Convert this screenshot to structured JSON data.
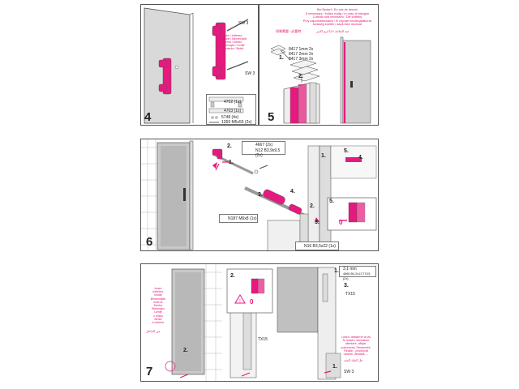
{
  "colors": {
    "accent": "#e6197e",
    "line": "#444444",
    "glass": "#b9b9b9"
  },
  "panel4": {
    "step": "4",
    "screw_labels": [
      "SW 3",
      "SW 3"
    ],
    "inside_text": "Innen / Intérieur\nInside / Binnenzijde\nInterno / Dentro\nWewnątrz / Uvnitř\nIn interior / Belső",
    "parts": [
      {
        "code": "4702",
        "qty": "(1x)"
      },
      {
        "code": "4703",
        "qty": "(1x)"
      },
      {
        "code": "5748",
        "qty": "(4x)"
      },
      {
        "code": "1269 M5x55",
        "qty": "(2x)"
      }
    ]
  },
  "panel5": {
    "step": "5",
    "notice": "Bei Bedarf / En cas de besoin\nIf necessary / Indien nodig / In caso di bisogno\nCuando sea necesario / Dle potřeby\nPrzy zapotrzebowaniu / В случае необходимости\nszükség esetén / dacă este necesar",
    "arabic": "عند الحاجة / اذا لزم الامر",
    "chinese": "如果需要 / 必要時",
    "rows": [
      {
        "code": "8417",
        "size": "1mm",
        "qty": "2x"
      },
      {
        "code": "8417",
        "size": "2mm",
        "qty": "2x"
      },
      {
        "code": "8417",
        "size": "3mm",
        "qty": "2x"
      }
    ],
    "labels": [
      "1.",
      "2."
    ]
  },
  "panel6": {
    "step": "6",
    "parts": [
      {
        "code": "4667",
        "qty": "(2x)"
      },
      {
        "code": "N12 B3,9x9,5",
        "qty": "(2x)"
      },
      {
        "code": "N187 M6x8",
        "qty": "(1x)"
      },
      {
        "code": "N16 B3,5x22",
        "qty": "(1x)"
      }
    ],
    "labels": [
      "1.",
      "2.",
      "3.",
      "4.",
      "5.",
      "2.",
      "3.",
      "4.",
      "5.",
      "1."
    ],
    "zero": "0"
  },
  "panel7": {
    "step": "7",
    "inside_text": "Innen\nIntérieur\nInside\nBinnenzijde\nInterno\nDentro\nWewnątrz\nUvnitř\nv hrdku\nBelső\nIn interior",
    "arabic": "من الداخل",
    "parts": [
      {
        "code": "3,1 mm",
        "qty": ""
      },
      {
        "code": "4666 B4,2x13 TX15",
        "qty": "(2x)"
      }
    ],
    "labels": [
      "1.",
      "2.",
      "3.",
      "2.",
      "1."
    ],
    "tx_labels": [
      "TX15",
      "TX15"
    ],
    "sw": "SW 3",
    "zero": "0",
    "loosen_text": "Lösen, desserrer la vis\nTo loosen, losmaken,\nallentare, aflojar,\npoluzować, Deszerelni,\nRelâch., povolovat\nuvolniti, desfacă, ...",
    "arabic2": "حل الفك الشد"
  }
}
